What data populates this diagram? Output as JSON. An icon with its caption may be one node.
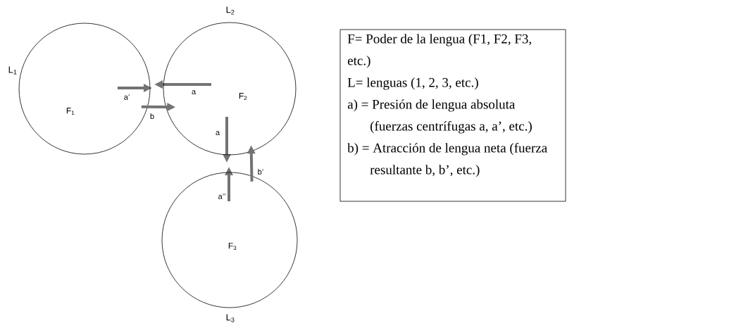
{
  "diagram": {
    "nodes": [
      {
        "text": [
          "F$_{1}$"
        ],
        "beside": [
          "L$_{1}$"
        ]
      },
      {
        "text": [
          "F$_{2}$"
        ],
        "beside": [
          "L$_{2}$"
        ]
      },
      {
        "text": [
          "F$_{3}$"
        ],
        "beside": [
          "L$_{3}$"
        ]
      },
      {
        "text": [
          "F= Poder de la lengua (F1, F2, F3, etc.)",
          "L= lenguas (1, 2, 3, etc.)",
          "a)  = Presión de lengua absoluta (fuerzas centrífugas a, a’, etc.)",
          "b)  =  Atracción de lengua neta (fuerza resultante b, b’, etc.)"
        ]
      }
    ],
    "edges": [
      {
        "from": 0,
        "to": 1,
        "arrow": "to",
        "label": "b"
      },
      {
        "from": 2,
        "to": 1,
        "arrow": "to",
        "label": "b’"
      }
    ],
    "labels": [
      "a’",
      "a",
      "a",
      "a’’"
    ]
  }
}
